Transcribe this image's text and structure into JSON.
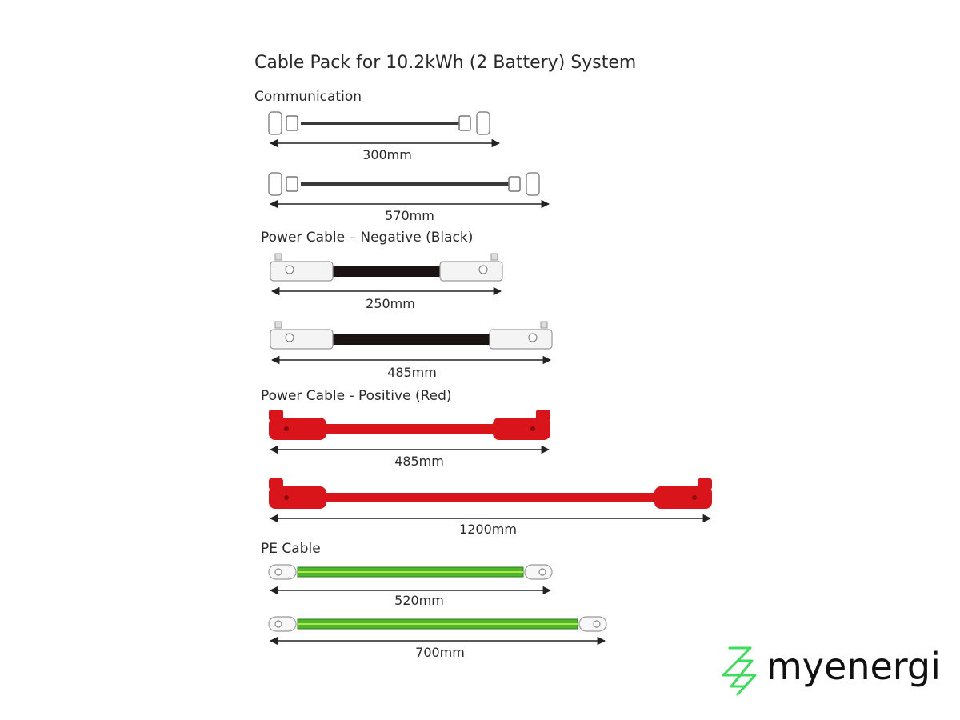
{
  "title": "Cable Pack for 10.2kWh (2 Battery) System",
  "sections": {
    "communication": "Communication",
    "negative": "Power Cable – Negative (Black)",
    "positive": "Power Cable - Positive (Red)",
    "pe": "PE Cable"
  },
  "cables": [
    {
      "id": "comm-300",
      "type": "communication",
      "length": "300mm"
    },
    {
      "id": "comm-570",
      "type": "communication",
      "length": "570mm"
    },
    {
      "id": "neg-250",
      "type": "negative",
      "length": "250mm"
    },
    {
      "id": "neg-485",
      "type": "negative",
      "length": "485mm"
    },
    {
      "id": "pos-485",
      "type": "positive",
      "length": "485mm"
    },
    {
      "id": "pos-1200",
      "type": "positive",
      "length": "1200mm"
    },
    {
      "id": "pe-520",
      "type": "pe",
      "length": "520mm"
    },
    {
      "id": "pe-700",
      "type": "pe",
      "length": "700mm"
    }
  ],
  "colors": {
    "communication": "#3a3a3a",
    "negative": "#1b1212",
    "positive": "#d9141b",
    "pe": "#4cb82e",
    "brand_accent": "#3ddc5c"
  },
  "brand": {
    "name": "myenergi",
    "icon": "myenergi-logo-icon"
  }
}
